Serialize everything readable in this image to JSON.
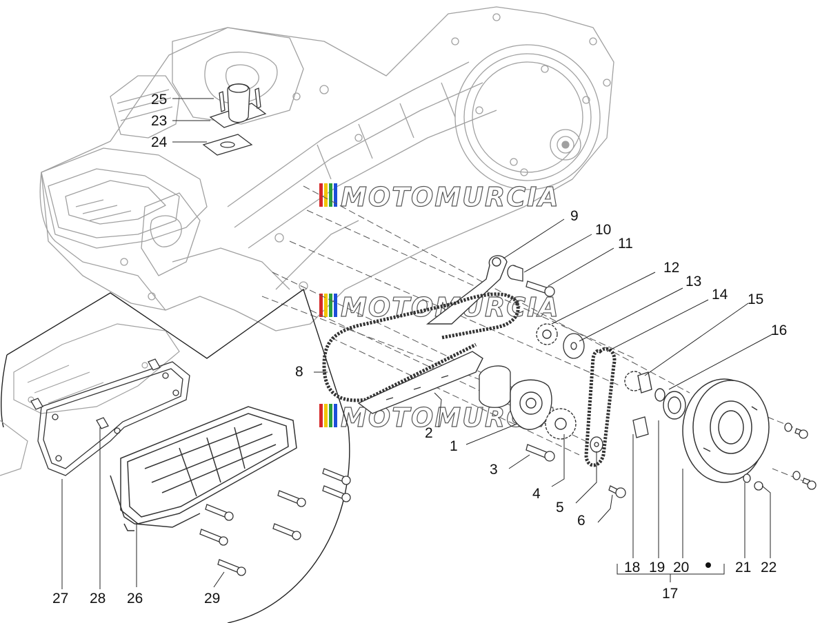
{
  "diagram": {
    "watermark": "MOTOMURCIA",
    "watermark_colors": [
      "#d62828",
      "#f2c500",
      "#2a9d3f",
      "#1d4ed8"
    ],
    "callouts": [
      "1",
      "2",
      "3",
      "4",
      "5",
      "6",
      "8",
      "9",
      "10",
      "11",
      "12",
      "13",
      "14",
      "15",
      "16",
      "17",
      "18",
      "19",
      "20",
      "21",
      "22",
      "23",
      "24",
      "25",
      "26",
      "27",
      "28",
      "29"
    ],
    "line_color": "#222222",
    "drawing_color": "#9a9a9a"
  }
}
